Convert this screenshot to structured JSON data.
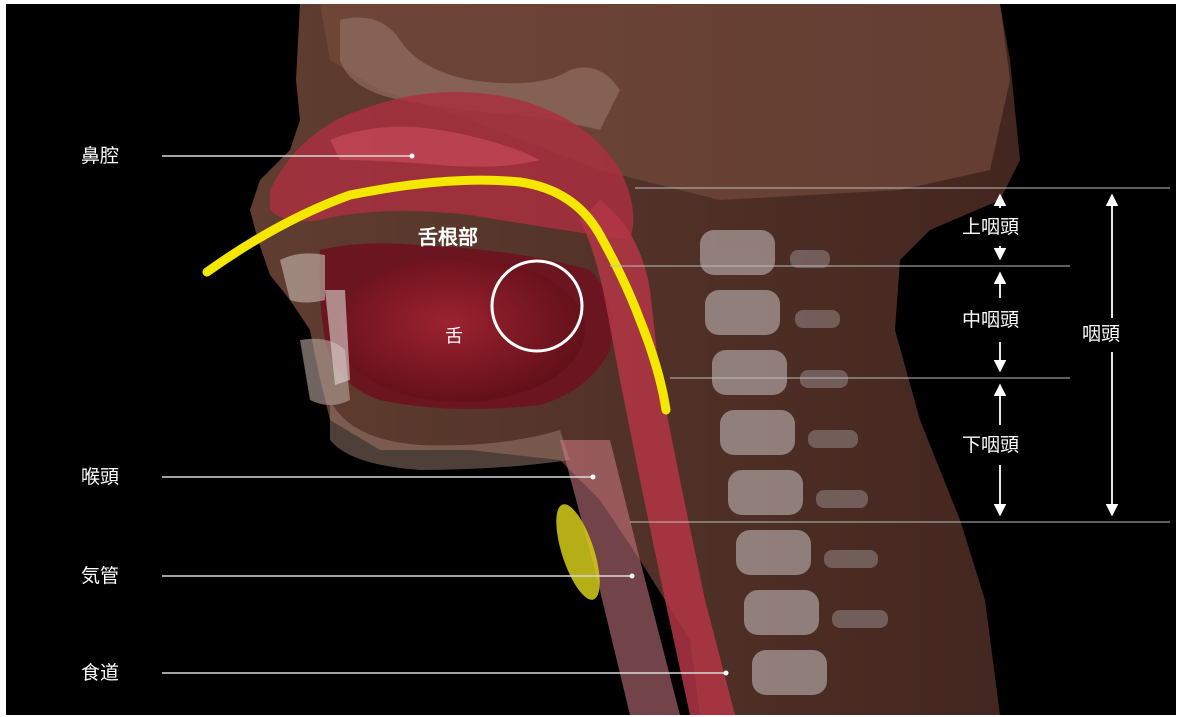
{
  "left_labels": {
    "nasal_cavity": "鼻腔",
    "larynx": "喉頭",
    "trachea": "気管",
    "esophagus": "食道"
  },
  "inner_labels": {
    "tongue_base": "舌根部",
    "tongue": "舌"
  },
  "right_labels": {
    "epipharynx": "上咽頭",
    "mesopharynx": "中咽頭",
    "hypopharynx": "下咽頭",
    "pharynx": "咽頭"
  },
  "colors": {
    "background": "#000000",
    "highlight_curve": "#f5e800",
    "circle": "#ffffff",
    "leader_lines": "#d9d9d9"
  }
}
